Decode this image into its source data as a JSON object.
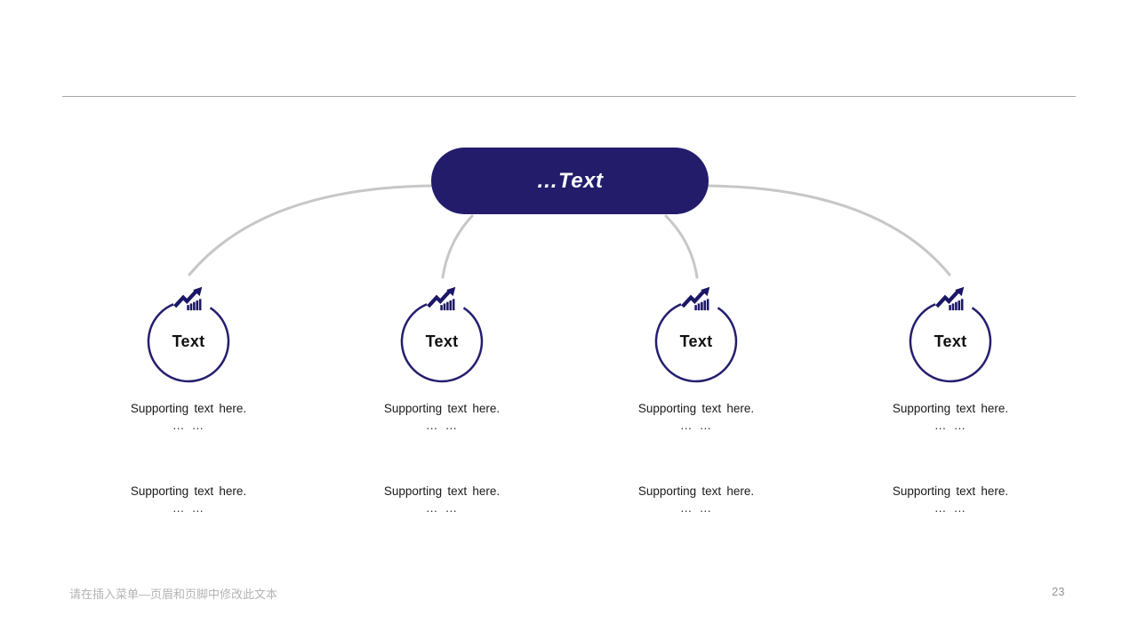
{
  "colors": {
    "navy": "#221c6b",
    "circle_stroke": "#241f6e",
    "connector_gray": "#c7c7c7",
    "rule_gray": "#a6a6a6",
    "footer_gray": "#b4b4b4",
    "page_number_gray": "#949494",
    "body_text": "#1a1a1a"
  },
  "diagram": {
    "root": {
      "label": "…Text"
    },
    "nodes": [
      {
        "label": "Text",
        "icon": "trend-chart-icon",
        "notes": [
          {
            "line1": "Supporting text here.",
            "line2": "… …"
          },
          {
            "line1": "Supporting text here.",
            "line2": "… …"
          }
        ]
      },
      {
        "label": "Text",
        "icon": "trend-chart-icon",
        "notes": [
          {
            "line1": "Supporting text here.",
            "line2": "… …"
          },
          {
            "line1": "Supporting text here.",
            "line2": "… …"
          }
        ]
      },
      {
        "label": "Text",
        "icon": "trend-chart-icon",
        "notes": [
          {
            "line1": "Supporting text here.",
            "line2": "… …"
          },
          {
            "line1": "Supporting text here.",
            "line2": "… …"
          }
        ]
      },
      {
        "label": "Text",
        "icon": "trend-chart-icon",
        "notes": [
          {
            "line1": "Supporting text here.",
            "line2": "… …"
          },
          {
            "line1": "Supporting text here.",
            "line2": "… …"
          }
        ]
      }
    ]
  },
  "footer": {
    "text": "请在插入菜单—页眉和页脚中修改此文本",
    "page_number": "23"
  }
}
